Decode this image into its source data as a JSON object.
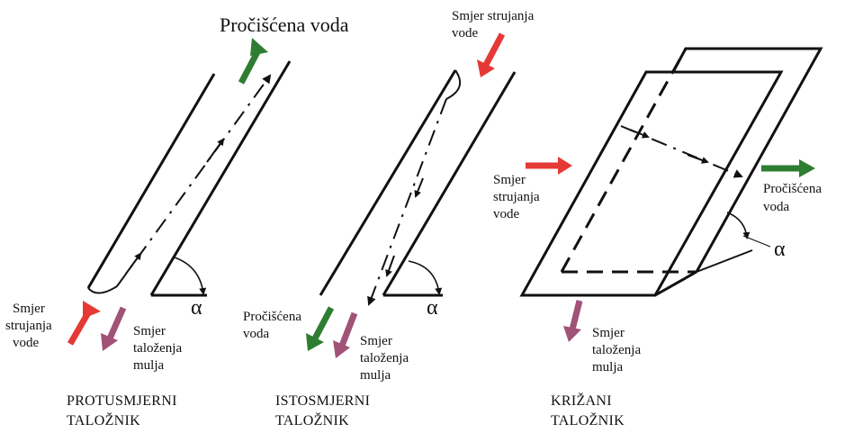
{
  "colors": {
    "red": "#e53935",
    "green": "#2e7d32",
    "purple": "#a05277",
    "ink": "#111111"
  },
  "panels": [
    {
      "caption": [
        "PROTUSMJERNI",
        "TALOŽNIK"
      ],
      "top_label": "Pročišćena voda",
      "inflow_label": [
        "Smjer",
        "strujanja",
        "vode"
      ],
      "sludge_label": [
        "Smjer",
        "taloženja",
        "mulja"
      ],
      "angle_symbol": "α"
    },
    {
      "caption": [
        "ISTOSMJERNI",
        "TALOŽNIK"
      ],
      "top_label": [
        "Smjer strujanja",
        "vode"
      ],
      "outflow_label": [
        "Pročišćena",
        "voda"
      ],
      "sludge_label": [
        "Smjer",
        "taloženja",
        "mulja"
      ],
      "angle_symbol": "α"
    },
    {
      "caption": [
        "KRIŽANI",
        "TALOŽNIK"
      ],
      "inflow_label": [
        "Smjer",
        "strujanja",
        "vode"
      ],
      "outflow_label": [
        "Pročišćena",
        "voda"
      ],
      "sludge_label": [
        "Smjer",
        "taloženja",
        "mulja"
      ],
      "angle_symbol": "α"
    }
  ]
}
